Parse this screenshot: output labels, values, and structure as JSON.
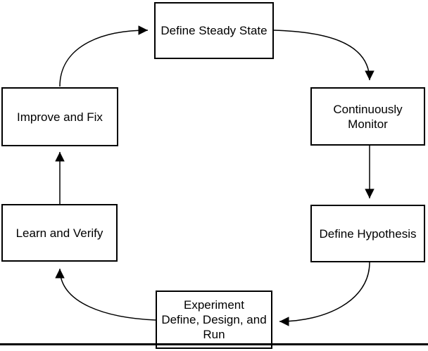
{
  "diagram": {
    "title": "",
    "type": "cycle-flowchart",
    "nodes": [
      {
        "id": "define-steady-state",
        "label": "Define Steady State"
      },
      {
        "id": "continuously-monitor",
        "label": "Continuously Monitor"
      },
      {
        "id": "define-hypothesis",
        "label": "Define Hypothesis"
      },
      {
        "id": "experiment",
        "label": "Experiment\nDefine, Design, and\nRun"
      },
      {
        "id": "learn-and-verify",
        "label": "Learn and Verify"
      },
      {
        "id": "improve-and-fix",
        "label": "Improve and Fix"
      }
    ],
    "edges": [
      {
        "from": "improve-and-fix",
        "to": "define-steady-state",
        "style": "curved"
      },
      {
        "from": "define-steady-state",
        "to": "continuously-monitor",
        "style": "curved"
      },
      {
        "from": "continuously-monitor",
        "to": "define-hypothesis",
        "style": "straight"
      },
      {
        "from": "define-hypothesis",
        "to": "experiment",
        "style": "curved"
      },
      {
        "from": "experiment",
        "to": "learn-and-verify",
        "style": "curved"
      },
      {
        "from": "learn-and-verify",
        "to": "improve-and-fix",
        "style": "straight"
      }
    ],
    "colors": {
      "background": "#ffffff",
      "node_fill": "#ffffff",
      "node_border": "#000000",
      "text": "#000000",
      "arrow": "#000000",
      "bottom_edge_line": "#000000"
    }
  }
}
